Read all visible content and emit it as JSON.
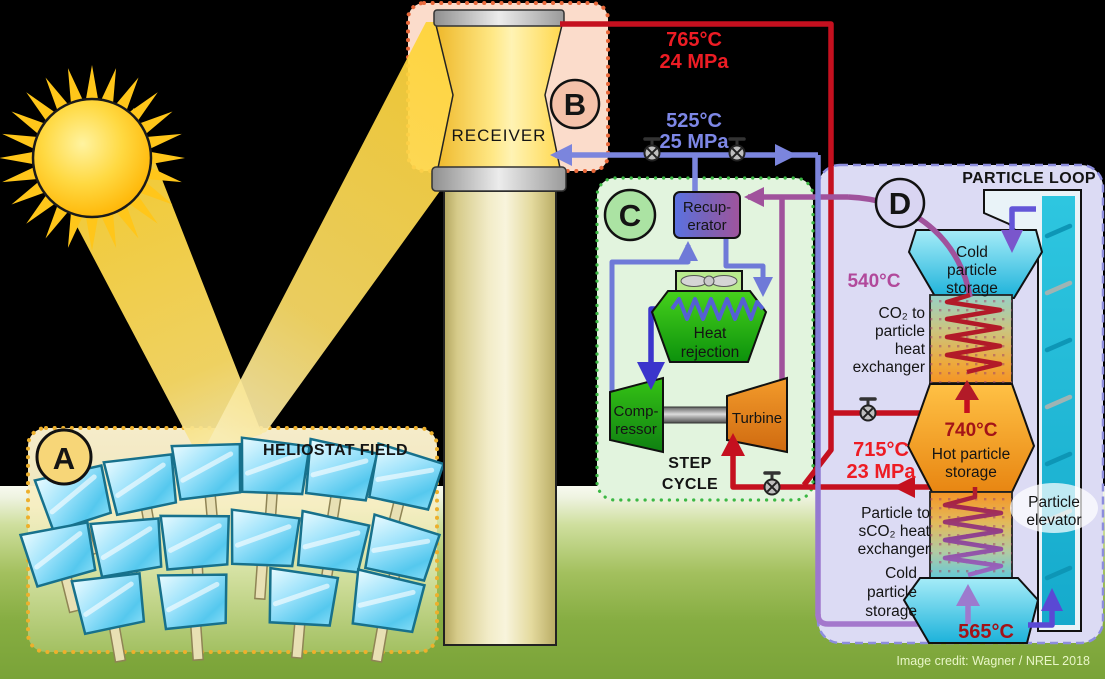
{
  "field": {
    "badge": "A",
    "title": "HELIOSTAT FIELD"
  },
  "receiver": {
    "badge": "B",
    "label": "RECEIVER",
    "temp_out": "765°C",
    "press_out": "24 MPa",
    "temp_in": "525°C",
    "press_in": "25 MPa"
  },
  "cycle": {
    "badge": "C",
    "name_l1": "STEP",
    "name_l2": "CYCLE",
    "recup_l1": "Recup-",
    "recup_l2": "erator",
    "hr_l1": "Heat",
    "hr_l2": "rejection",
    "comp_l1": "Comp-",
    "comp_l2": "ressor",
    "turbine": "Turbine"
  },
  "loop": {
    "badge": "D",
    "title": "PARTICLE LOOP",
    "cold_top": [
      "Cold",
      "particle",
      "storage"
    ],
    "co2_hx": [
      "CO₂ to",
      "particle",
      "heat",
      "exchanger"
    ],
    "hot_temp": "740°C",
    "hot": [
      "Hot particle",
      "storage"
    ],
    "sco2_hx": [
      "Particle to",
      "sCO₂ heat",
      "exchanger"
    ],
    "cold_bottom": [
      "Cold",
      "particle",
      "storage"
    ],
    "cold_temp": "565°C",
    "elevator": [
      "Particle",
      "elevator"
    ],
    "charge_return_temp": "540°C",
    "discharge_temp": "715°C",
    "discharge_press": "23 MPa"
  },
  "credit": "Image credit: Wagner / NREL 2018",
  "colors": {
    "hot_line": "#c5101f",
    "cold_line": "#7b85dd",
    "particle_line": "#a0529c",
    "accent_red_text": "#ed1c24",
    "accent_blue_text": "#7d87e6",
    "accent_purple_text": "#b1499b",
    "dark_red_text": "#a31318"
  }
}
